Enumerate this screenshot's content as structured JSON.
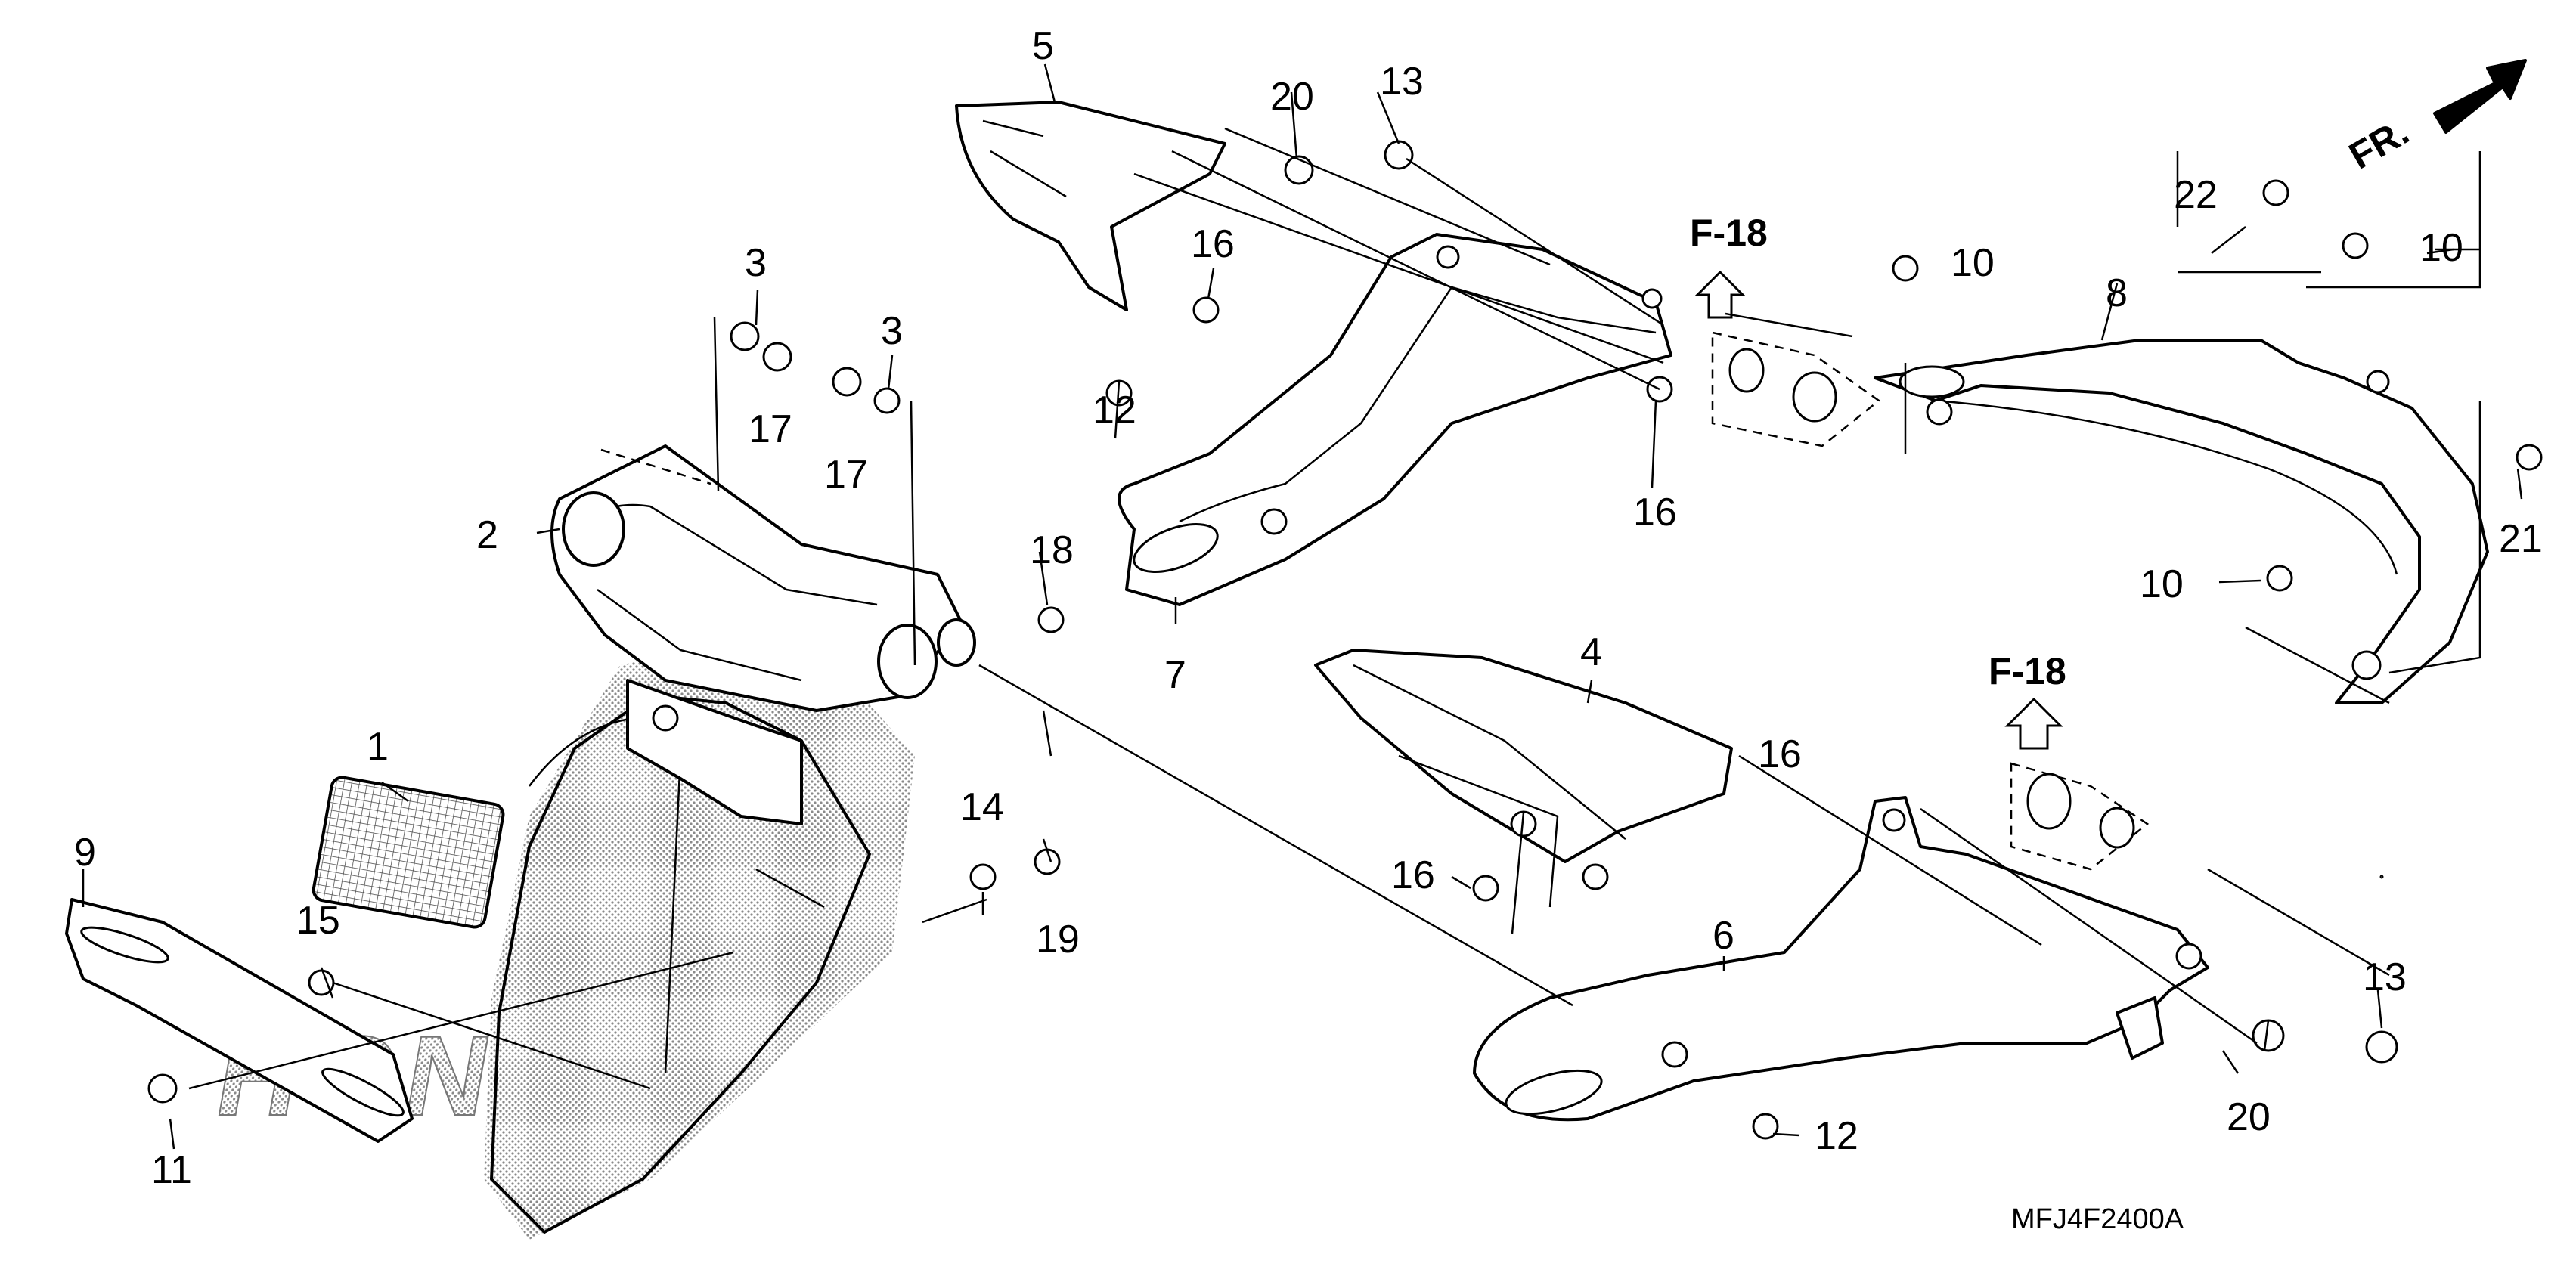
{
  "diagram_code": "MFJ4F2400A",
  "front_indicator": "FR.",
  "refs": [
    "F-18",
    "F-18"
  ],
  "watermark": "HONDA",
  "parts": {
    "p1": "1",
    "p2": "2",
    "p3a": "3",
    "p3b": "3",
    "p4": "4",
    "p5": "5",
    "p6": "6",
    "p7": "7",
    "p8": "8",
    "p9": "9",
    "p10a": "10",
    "p10b": "10",
    "p10c": "10",
    "p11": "11",
    "p12a": "12",
    "p12b": "12",
    "p13a": "13",
    "p13b": "13",
    "p14": "14",
    "p15": "15",
    "p16a": "16",
    "p16b": "16",
    "p16c": "16",
    "p16d": "16",
    "p17a": "17",
    "p17b": "17",
    "p18": "18",
    "p19": "19",
    "p20a": "20",
    "p20b": "20",
    "p21": "21",
    "p22": "22"
  }
}
